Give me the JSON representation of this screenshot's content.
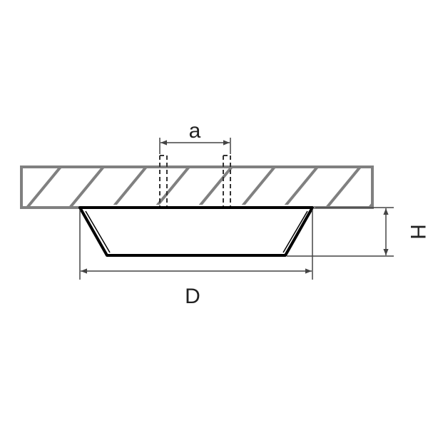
{
  "dimensions": {
    "a": "a",
    "D": "D",
    "H": "H"
  },
  "colors": {
    "line": "#000000",
    "ceiling_outline": "#808080",
    "ceiling_hatch": "#808080",
    "dimension": "#444444",
    "background": "#ffffff"
  }
}
